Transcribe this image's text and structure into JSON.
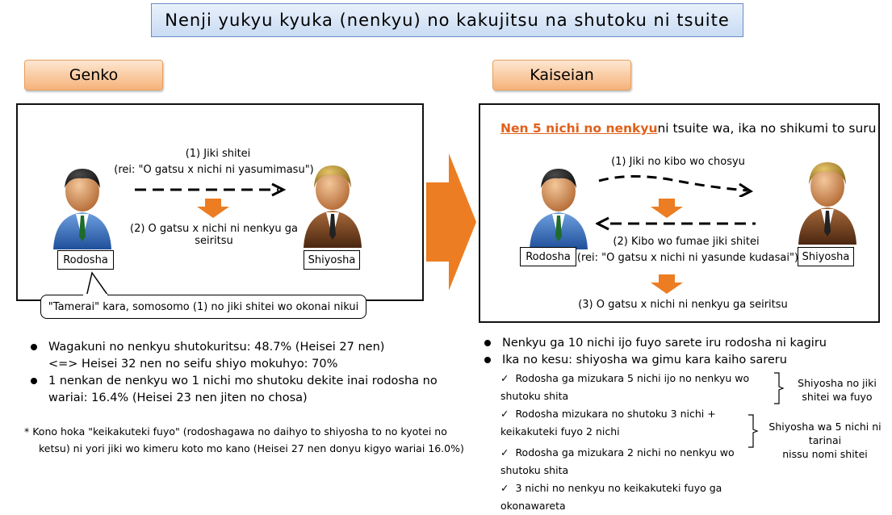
{
  "title": "Nenji yukyu kyuka (nenkyu) no kakujitsu na shutoku ni tsuite",
  "left": {
    "tab": "Genko",
    "step1": "(1) Jiki shitei",
    "step1_example": "(rei: \"O gatsu x nichi ni yasumimasu\")",
    "step2": "(2) O gatsu x nichi ni nenkyu ga seiritsu",
    "worker_label": "Rodosha",
    "employer_label": "Shiyosha",
    "speech": "\"Tamerai\" kara, somosomo (1) no jiki shitei wo okonai nikui"
  },
  "right": {
    "tab": "Kaiseian",
    "headline_highlight": "Nen 5 nichi no nenkyu",
    "headline_rest": "ni tsuite wa, ika no shikumi to suru",
    "step1": "(1) Jiki no kibo wo chosyu",
    "step2": "(2) Kibo wo fumae jiki shitei",
    "step2_example": "(rei: \"O gatsu x nichi ni yasunde kudasai\")",
    "step3": "(3) O gatsu x nichi ni nenkyu ga seiritsu",
    "worker_label": "Rodosha",
    "employer_label": "Shiyosha"
  },
  "left_notes": {
    "b1": "Wagakuni no nenkyu shutokuritsu: 48.7% (Heisei 27 nen)",
    "b1_sub": "<=> Heisei 32 nen no seifu shiyo mokuhyo: 70%",
    "b2_line1": "1 nenkan de nenkyu wo 1 nichi mo shutoku dekite inai rodosha no",
    "b2_line2": "wariai: 16.4% (Heisei 23 nen jiten no chosa)",
    "note_line1": "* Kono hoka \"keikakuteki fuyo\" (rodoshagawa no daihyo to shiyosha to no kyotei no",
    "note_line2": "ketsu) ni yori jiki wo kimeru koto mo kano (Heisei 27 nen donyu kigyo wariai 16.0%)"
  },
  "right_notes": {
    "b1": "Nenkyu ga 10 nichi ijo fuyo sarete iru rodosha ni kagiru",
    "b2": "Ika no kesu: shiyosha wa gimu kara kaiho sareru",
    "c1": "Rodosha ga mizukara 5 nichi ijo no nenkyu wo shutoku shita",
    "c2": "Rodosha mizukara no shutoku 3 nichi + keikakuteki fuyo 2 nichi",
    "c3": "Rodosha ga mizukara 2 nichi no nenkyu wo shutoku shita",
    "c4": "3 nichi no nenkyu no keikakuteki fuyo ga okonawareta",
    "group1_line1": "Shiyosha no jiki",
    "group1_line2": "shitei wa fuyo",
    "group2_line1": "Shiyosha wa 5 nichi ni tarinai",
    "group2_line2": "nissu nomi shitei",
    "check_mark": "✓"
  },
  "colors": {
    "accent_orange": "#ec7d22",
    "title_border": "#6a8cc8"
  }
}
